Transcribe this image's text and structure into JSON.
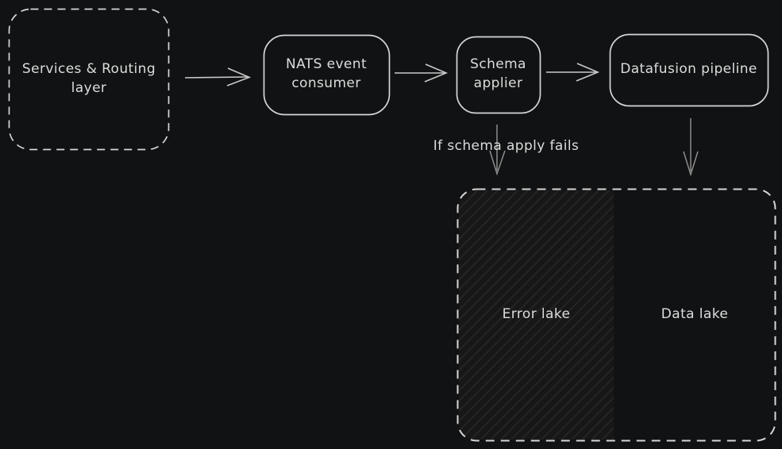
{
  "canvas": {
    "background": "#111213",
    "box_stroke": "#d6d6d6",
    "arrow_color": "#c9c9c9",
    "muted_arrow_color": "#8d8d8d",
    "hatch_base": "#171717",
    "hatch_line": "#242424",
    "text_color": "#dcdcdc"
  },
  "nodes": {
    "services_routing": {
      "label": "Services & Routing layer"
    },
    "nats_consumer": {
      "label": "NATS event consumer"
    },
    "schema_applier": {
      "label": "Schema applier"
    },
    "datafusion_pipeline": {
      "label": "Datafusion pipeline"
    },
    "error_lake": {
      "label": "Error lake"
    },
    "data_lake": {
      "label": "Data lake"
    }
  },
  "annotations": {
    "schema_fail": {
      "label": "If schema apply fails"
    }
  }
}
